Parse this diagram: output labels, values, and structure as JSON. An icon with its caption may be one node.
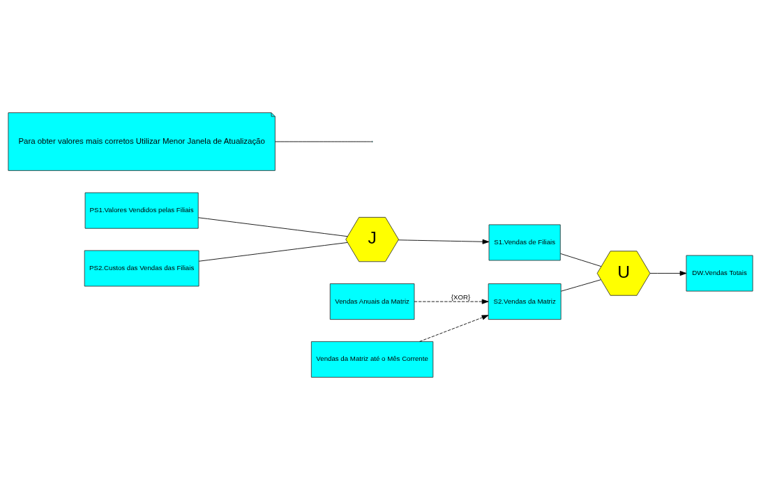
{
  "diagram": {
    "nodes": [
      {
        "text": [
          "PS1.Valores Vendidos pelas Filiais"
        ]
      },
      {
        "text": [
          "PS2.Custos das Vendas das Filiais"
        ]
      },
      {
        "text": [
          "J"
        ]
      },
      {
        "text": [
          "S1.Vendas de Filiais"
        ]
      },
      {
        "text": [
          "Vendas Anuais da Matriz"
        ]
      },
      {
        "text": [
          "S2.Vendas da Matriz"
        ]
      },
      {
        "text": [
          "U"
        ]
      },
      {
        "text": [
          "DW.Vendas Totais"
        ]
      },
      {
        "text": [
          "Vendas da Matriz até o Mês Corrente"
        ]
      },
      {
        "text": [
          "Para obter valores mais corretos Utilizar Menor Janela de Atualização"
        ]
      }
    ],
    "edges": [
      {
        "from": 0,
        "to": 2,
        "arrow": "none"
      },
      {
        "from": 1,
        "to": 2,
        "arrow": "none"
      },
      {
        "from": 2,
        "to": 3,
        "arrow": "to"
      },
      {
        "from": 3,
        "to": 6,
        "arrow": "none"
      },
      {
        "from": 5,
        "to": 6,
        "arrow": "none"
      },
      {
        "from": 6,
        "to": 7,
        "arrow": "to"
      },
      {
        "from": 4,
        "to": 5,
        "arrow": "to",
        "style": "dashed",
        "label": "{XOR}"
      },
      {
        "from": 8,
        "to": 5,
        "arrow": "to",
        "style": "dashed"
      },
      {
        "from": 9,
        "to": null,
        "arrow": "none"
      }
    ]
  }
}
